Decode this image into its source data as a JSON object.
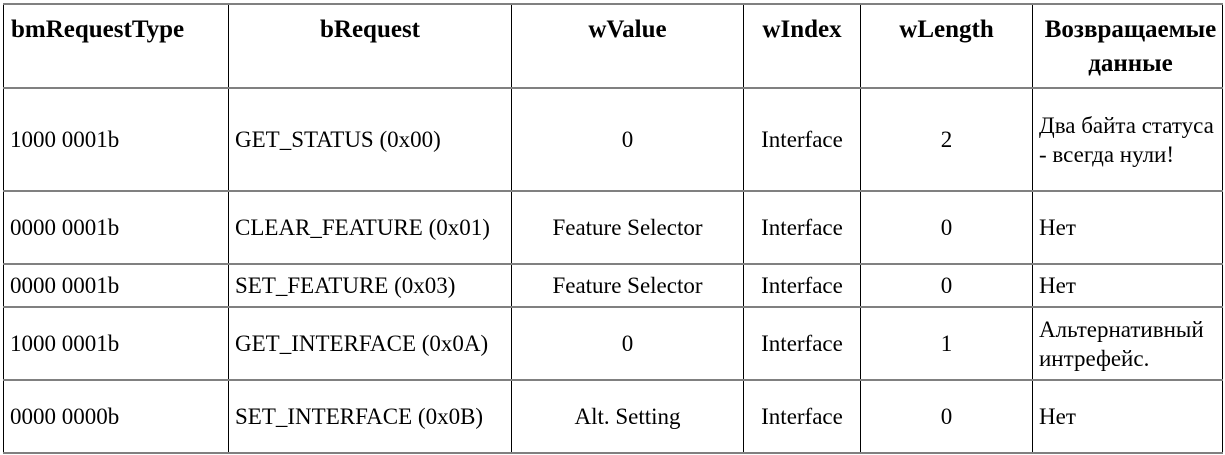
{
  "table": {
    "headers": [
      "bmRequestType",
      "bRequest",
      "wValue",
      "wIndex",
      "wLength",
      "Возвращаемые данные"
    ],
    "rows": [
      {
        "bmRequestType": "1000 0001b",
        "bRequest": "GET_STATUS (0x00)",
        "wValue": "0",
        "wIndex": "Interface",
        "wLength": "2",
        "returned": "Два байта статуса - всегда нули!"
      },
      {
        "bmRequestType": "0000 0001b",
        "bRequest": "CLEAR_FEATURE (0x01)",
        "wValue": "Feature Selector",
        "wIndex": "Interface",
        "wLength": "0",
        "returned": "Нет"
      },
      {
        "bmRequestType": "0000 0001b",
        "bRequest": "SET_FEATURE (0x03)",
        "wValue": "Feature Selector",
        "wIndex": "Interface",
        "wLength": "0",
        "returned": "Нет"
      },
      {
        "bmRequestType": "1000 0001b",
        "bRequest": "GET_INTERFACE (0x0A)",
        "wValue": "0",
        "wIndex": "Interface",
        "wLength": "1",
        "returned": "Альтернативный интрефейс."
      },
      {
        "bmRequestType": "0000 0000b",
        "bRequest": "SET_INTERFACE (0x0B)",
        "wValue": "Alt. Setting",
        "wIndex": "Interface",
        "wLength": "0",
        "returned": "Нет"
      }
    ]
  }
}
